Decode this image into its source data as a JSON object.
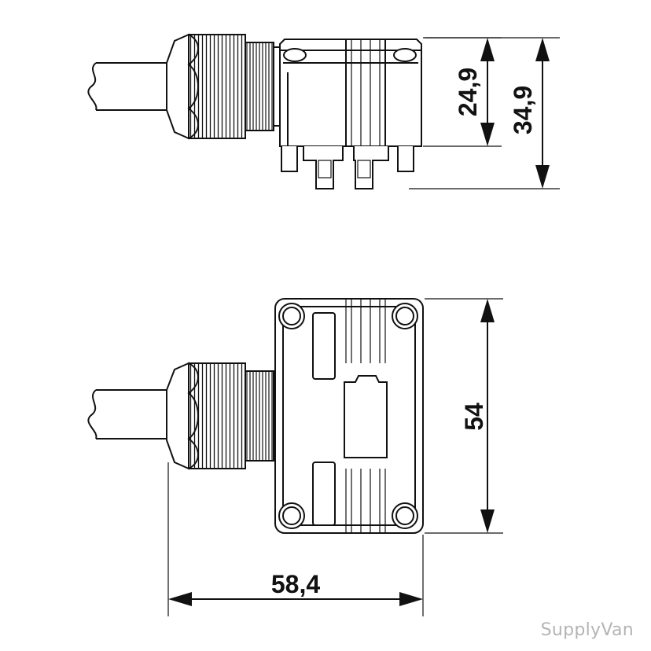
{
  "dimensions": {
    "side_inner_height": "24,9",
    "side_total_height": "34,9",
    "top_height": "54",
    "top_length": "58,4"
  },
  "watermark": "SupplyVan",
  "colors": {
    "line": "#111111",
    "watermark": "#b4b4b4"
  }
}
